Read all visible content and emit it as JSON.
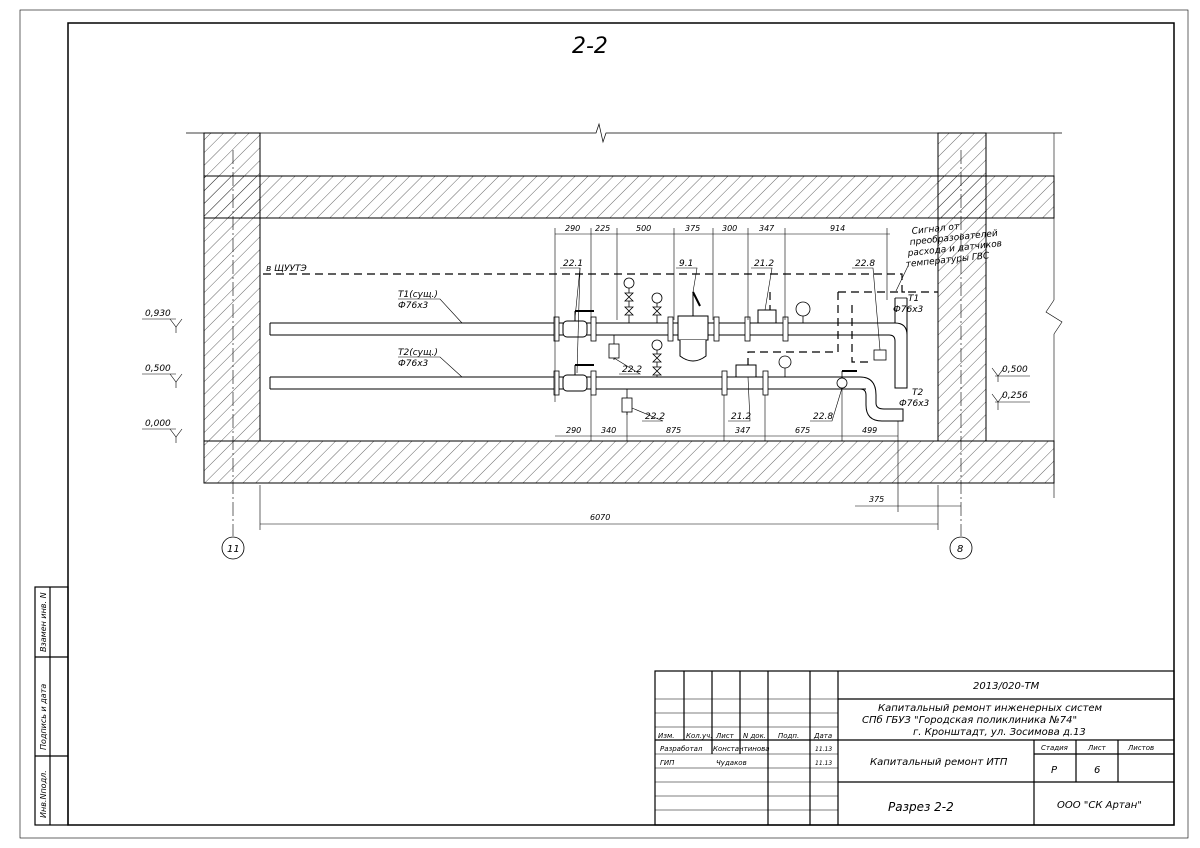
{
  "drawing": {
    "section_title": "2-2",
    "label_shchuute": "в ЩУУТЭ",
    "signal_note": [
      "Сигнал от",
      "преобразователей",
      "расхода и датчиков",
      "температуры ГВС"
    ],
    "pipe_t1_name": "Т1(сущ.)",
    "pipe_t1_size": "Ф76х3",
    "pipe_t2_name": "Т2(сущ.)",
    "pipe_t2_size": "Ф76х3",
    "pipe_t1_right_name": "Т1",
    "pipe_t1_right_size": "Ф76х3",
    "pipe_t2_right_name": "Т2",
    "pipe_t2_right_size": "Ф76х3",
    "elev_left": [
      "0,930",
      "0,500",
      "0,000"
    ],
    "elev_right": [
      "0,500",
      "0,256"
    ],
    "dims_top": [
      "290",
      "225",
      "500",
      "375",
      "300",
      "347",
      "914"
    ],
    "dims_bottom": [
      "290",
      "340",
      "875",
      "347",
      "675",
      "499"
    ],
    "dim_375": "375",
    "dim_total": "6070",
    "axis_left": "11",
    "axis_right": "8",
    "callouts": {
      "c22_1": "22.1",
      "c9_1": "9.1",
      "c21_2_top": "21.2",
      "c22_8_top": "22.8",
      "c22_2_a": "22.2",
      "c22_2_b": "22.2",
      "c21_2_bottom": "21.2",
      "c22_8_bottom": "22.8"
    }
  },
  "side_stamps": [
    "Взамен инв. N",
    "Подпись и дата",
    "Инв.Nподл."
  ],
  "title_block": {
    "doc_code": "2013/020-ТМ",
    "project_lines": [
      "Капитальный ремонт инженерных систем",
      "СПб ГБУЗ \"Городская поликлиника №74\"",
      "г. Кронштадт, ул. Зосимова д.13"
    ],
    "col_headers": [
      "Изм.",
      "Кол.уч.",
      "Лист",
      "N док.",
      "Подп.",
      "Дата"
    ],
    "row1_role": "Разработал",
    "row1_name": "Константинова",
    "row1_date": "11.13",
    "row2_role": "ГИП",
    "row2_name": "Чудаков",
    "row2_date": "11.13",
    "stage_header": "Стадия",
    "sheet_header": "Лист",
    "sheets_header": "Листов",
    "stage_value": "Р",
    "sheet_value": "6",
    "sheets_value": "",
    "work_title": "Капитальный ремонт ИТП",
    "drawing_name": "Разрез 2-2",
    "company": "ООО \"СК Артан\""
  }
}
